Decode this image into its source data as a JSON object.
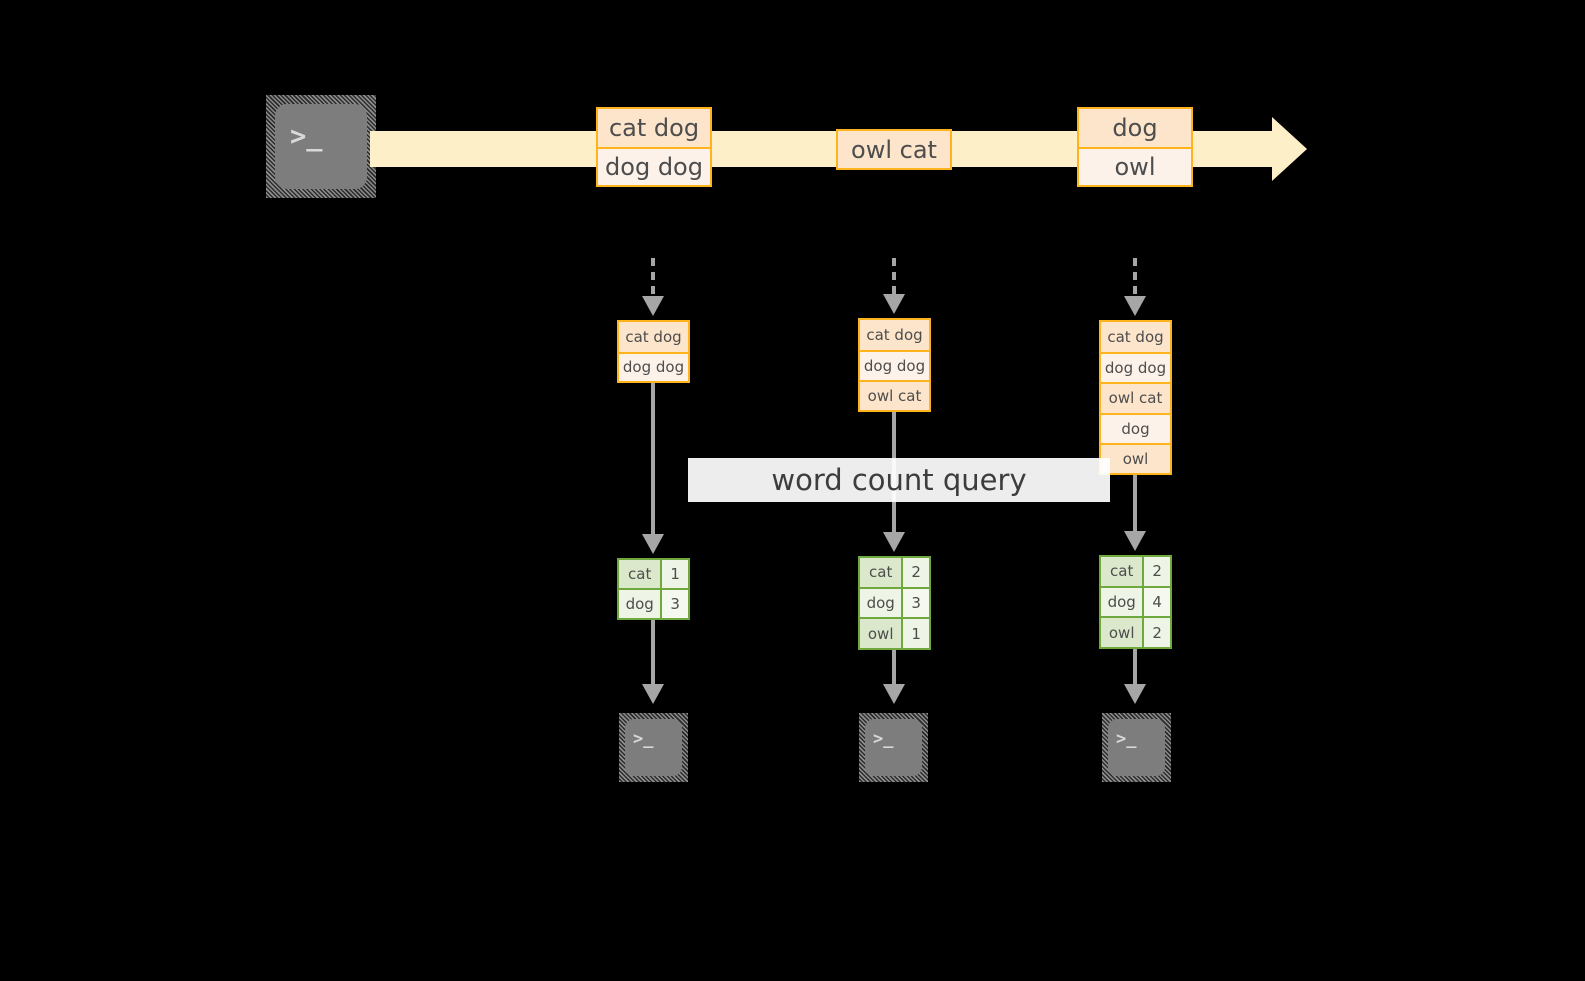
{
  "diagram": {
    "title_label": "word count query",
    "colors": {
      "background": "#000000",
      "stream_band": "#fdefc8",
      "record_border": "#ffb41e",
      "record_fill_dark": "#fce5ca",
      "record_fill_light": "#fdf2ea",
      "table_border": "#6fa83c",
      "table_fill_key": "#dce8cb",
      "table_fill_value": "#eef4e6",
      "arrow_gray": "#a6a6a6",
      "terminal_body": "#7d7d7d",
      "label_background": "#ffffff",
      "text": "#4d4d4d"
    },
    "source": {
      "icon": "terminal-prompt-icon",
      "prompt_glyph": ">_"
    },
    "stream": {
      "name": "input-event-stream",
      "records": [
        {
          "lines": [
            "cat dog",
            "dog dog"
          ]
        },
        {
          "lines": [
            "owl cat"
          ]
        },
        {
          "lines": [
            "dog",
            "owl"
          ]
        }
      ]
    },
    "snapshots": [
      {
        "name": "snapshot-t1",
        "records": [
          "cat dog",
          "dog dog"
        ],
        "counts": [
          {
            "word": "cat",
            "count": "1"
          },
          {
            "word": "dog",
            "count": "3"
          }
        ],
        "sink_icon": "terminal-prompt-icon",
        "sink_prompt_glyph": ">_"
      },
      {
        "name": "snapshot-t2",
        "records": [
          "cat dog",
          "dog dog",
          "owl cat"
        ],
        "counts": [
          {
            "word": "cat",
            "count": "2"
          },
          {
            "word": "dog",
            "count": "3"
          },
          {
            "word": "owl",
            "count": "1"
          }
        ],
        "sink_icon": "terminal-prompt-icon",
        "sink_prompt_glyph": ">_"
      },
      {
        "name": "snapshot-t3",
        "records": [
          "cat dog",
          "dog dog",
          "owl cat",
          "dog",
          "owl"
        ],
        "counts": [
          {
            "word": "cat",
            "count": "2"
          },
          {
            "word": "dog",
            "count": "4"
          },
          {
            "word": "owl",
            "count": "2"
          }
        ],
        "sink_icon": "terminal-prompt-icon",
        "sink_prompt_glyph": ">_"
      }
    ]
  }
}
